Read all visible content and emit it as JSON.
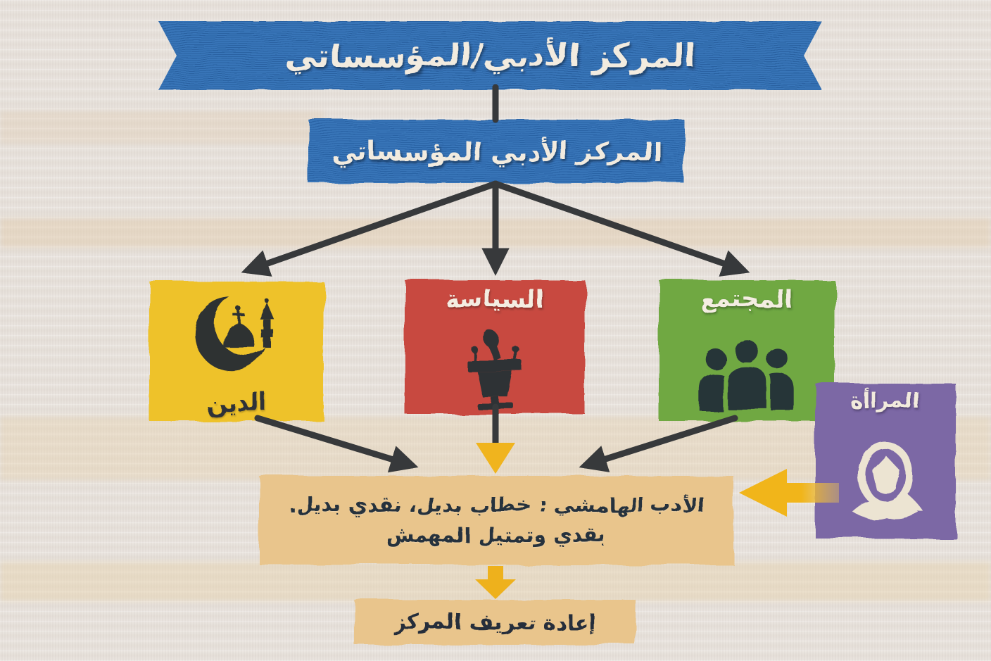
{
  "palette": {
    "background": "#e9e3dd",
    "banner_blue": "#2e6db4",
    "religion_yellow": "#eec22c",
    "politics_red": "#c84a41",
    "society_green": "#6fa843",
    "women_purple": "#7b67a5",
    "result_tan": "#e9c58c",
    "arrow_black": "#37393b",
    "arrow_gold": "#f0b41e",
    "light_text": "#f2ebdf",
    "dark_text": "#27303c"
  },
  "banner": {
    "title": "المركز الأدبي/المؤسساتي"
  },
  "root": {
    "label": "المركز الأدبي المؤسساتي"
  },
  "branches": [
    {
      "label": "الدين",
      "icon": "mosque-crescent-icon"
    },
    {
      "label": "السياسة",
      "icon": "podium-microphone-icon"
    },
    {
      "label": "المجتمع",
      "icon": "people-group-icon"
    }
  ],
  "women": {
    "label": "المراأة",
    "icon": "hijab-woman-icon"
  },
  "result": {
    "line1": "الأدب الهامشي : خطاب بديل، نقدي بديل.",
    "line2": "بقدي وتمتيل المهمش"
  },
  "final": {
    "label": "إعادة تعريف المركز"
  }
}
